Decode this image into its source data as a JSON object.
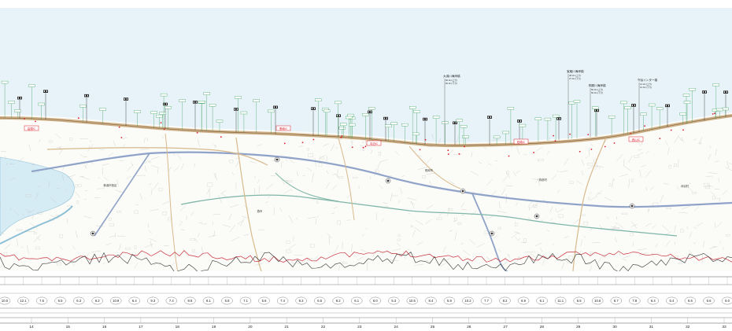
{
  "colors": {
    "sea": "#e7f3f9",
    "road": "#c9a77a",
    "expressway": "#8fa3c9",
    "river": "#7fb6a8",
    "profile_red": "#c8313c",
    "profile_black": "#333333",
    "callout_green": "#2f9a50",
    "callout_red": "#d81e2a"
  },
  "icons": {
    "signpost": "flag-signpost-icon",
    "route_shield": "route-shield-icon"
  },
  "top_annotations": [
    {
      "title": "大潟川海岸橋",
      "line1": "60.0m(上り)",
      "line2": "60.0m(下り)"
    },
    {
      "title": "宝蔵川海岸橋",
      "line1": "48.0m(上り)",
      "line2": "27.0m(下り)"
    },
    {
      "title": "桐原川海岸橋",
      "line1": "56.0m(上り)",
      "line2": "56.0m(下り)"
    },
    {
      "title": "守谷インター橋",
      "line1": "12.0m(上り)",
      "line2": "12.0m(下り)"
    }
  ],
  "red_callouts": [
    "高規IC",
    "黒崎IC",
    "寺泊IC",
    "柏崎IC",
    "西山IC"
  ],
  "map_labels": [
    "新潟市西区",
    "長岡市",
    "刈羽村",
    "燕市",
    "弥彦村"
  ],
  "km_posts": [
    "14",
    "15",
    "16",
    "17",
    "18",
    "19",
    "20",
    "21",
    "22",
    "23",
    "24",
    "25",
    "26",
    "27",
    "28",
    "29",
    "30",
    "31",
    "32",
    "33"
  ],
  "profile_values": [
    "10.0",
    "12.1",
    "7.5",
    "6.5",
    "6.3",
    "6.2",
    "10.9",
    "6.4",
    "9.3",
    "7.4",
    "8.6",
    "8.1",
    "5.8",
    "7.1",
    "5.6",
    "7.4",
    "8.3",
    "6.5",
    "8.2",
    "6.1",
    "6.0",
    "5.3",
    "10.5",
    "8.4",
    "5.9",
    "10.2",
    "7.7",
    "8.2",
    "6.9",
    "6.1",
    "11.1",
    "6.5",
    "10.6",
    "6.7",
    "7.8",
    "6.4",
    "5.4",
    "6.6",
    "6.6",
    "6.0"
  ]
}
